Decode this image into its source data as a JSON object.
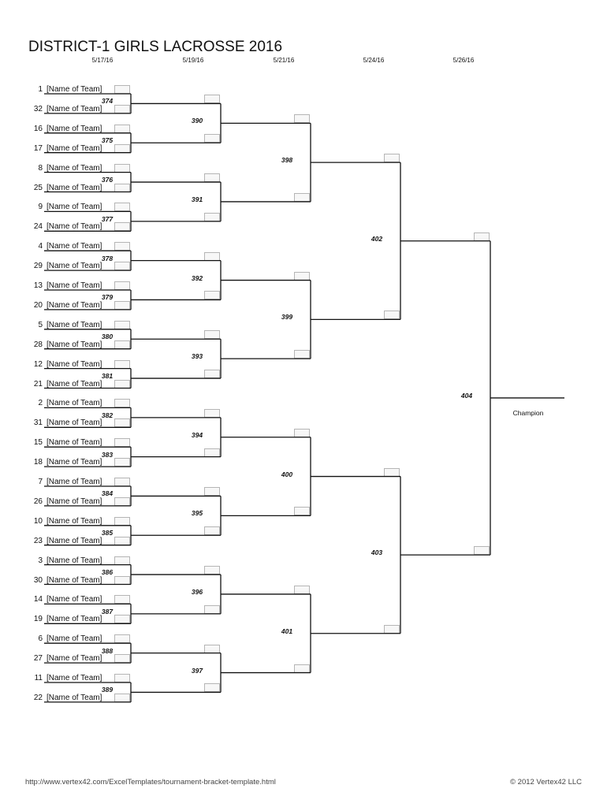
{
  "title": "DISTRICT-1 GIRLS LACROSSE 2016",
  "dates": [
    "5/17/16",
    "5/19/16",
    "5/21/16",
    "5/24/16",
    "5/26/16"
  ],
  "round1": [
    {
      "seed": "1",
      "team": "[Name of Team]"
    },
    {
      "seed": "32",
      "team": "[Name of Team]"
    },
    {
      "seed": "16",
      "team": "[Name of Team]"
    },
    {
      "seed": "17",
      "team": "[Name of Team]"
    },
    {
      "seed": "8",
      "team": "[Name of Team]"
    },
    {
      "seed": "25",
      "team": "[Name of Team]"
    },
    {
      "seed": "9",
      "team": "[Name of Team]"
    },
    {
      "seed": "24",
      "team": "[Name of Team]"
    },
    {
      "seed": "4",
      "team": "[Name of Team]"
    },
    {
      "seed": "29",
      "team": "[Name of Team]"
    },
    {
      "seed": "13",
      "team": "[Name of Team]"
    },
    {
      "seed": "20",
      "team": "[Name of Team]"
    },
    {
      "seed": "5",
      "team": "[Name of Team]"
    },
    {
      "seed": "28",
      "team": "[Name of Team]"
    },
    {
      "seed": "12",
      "team": "[Name of Team]"
    },
    {
      "seed": "21",
      "team": "[Name of Team]"
    },
    {
      "seed": "2",
      "team": "[Name of Team]"
    },
    {
      "seed": "31",
      "team": "[Name of Team]"
    },
    {
      "seed": "15",
      "team": "[Name of Team]"
    },
    {
      "seed": "18",
      "team": "[Name of Team]"
    },
    {
      "seed": "7",
      "team": "[Name of Team]"
    },
    {
      "seed": "26",
      "team": "[Name of Team]"
    },
    {
      "seed": "10",
      "team": "[Name of Team]"
    },
    {
      "seed": "23",
      "team": "[Name of Team]"
    },
    {
      "seed": "3",
      "team": "[Name of Team]"
    },
    {
      "seed": "30",
      "team": "[Name of Team]"
    },
    {
      "seed": "14",
      "team": "[Name of Team]"
    },
    {
      "seed": "19",
      "team": "[Name of Team]"
    },
    {
      "seed": "6",
      "team": "[Name of Team]"
    },
    {
      "seed": "27",
      "team": "[Name of Team]"
    },
    {
      "seed": "11",
      "team": "[Name of Team]"
    },
    {
      "seed": "22",
      "team": "[Name of Team]"
    }
  ],
  "games": [
    [
      "374",
      "375",
      "376",
      "377",
      "378",
      "379",
      "380",
      "381",
      "382",
      "383",
      "384",
      "385",
      "386",
      "387",
      "388",
      "389"
    ],
    [
      "390",
      "391",
      "392",
      "393",
      "394",
      "395",
      "396",
      "397"
    ],
    [
      "398",
      "399",
      "400",
      "401"
    ],
    [
      "402",
      "403"
    ],
    [
      "404"
    ]
  ],
  "champion_label": "Champion",
  "footer": {
    "url": "http://www.vertex42.com/ExcelTemplates/tournament-bracket-template.html",
    "copyright": "© 2012 Vertex42 LLC"
  }
}
